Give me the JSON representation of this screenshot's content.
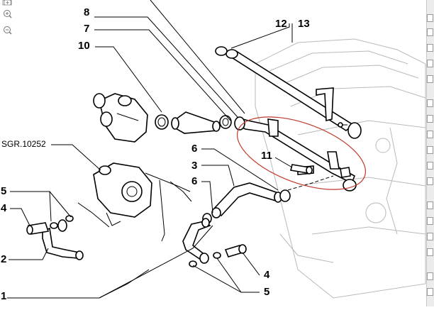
{
  "viewer": {
    "toolbar": {
      "icons": [
        "page-icon",
        "zoom-in-icon",
        "zoom-out-icon"
      ],
      "page_glyph": "[+]"
    }
  },
  "diagram": {
    "callouts": {
      "c8": "8",
      "c7": "7",
      "c10": "10",
      "c12": "12",
      "c13": "13",
      "c11": "11",
      "c6a": "6",
      "c3": "3",
      "c6b": "6",
      "c5a": "5",
      "c4a": "4",
      "c2": "2",
      "c1": "1",
      "c4b": "4",
      "c5b": "5"
    },
    "reference": "SGR.10252",
    "highlight_color": "#c0392b"
  }
}
